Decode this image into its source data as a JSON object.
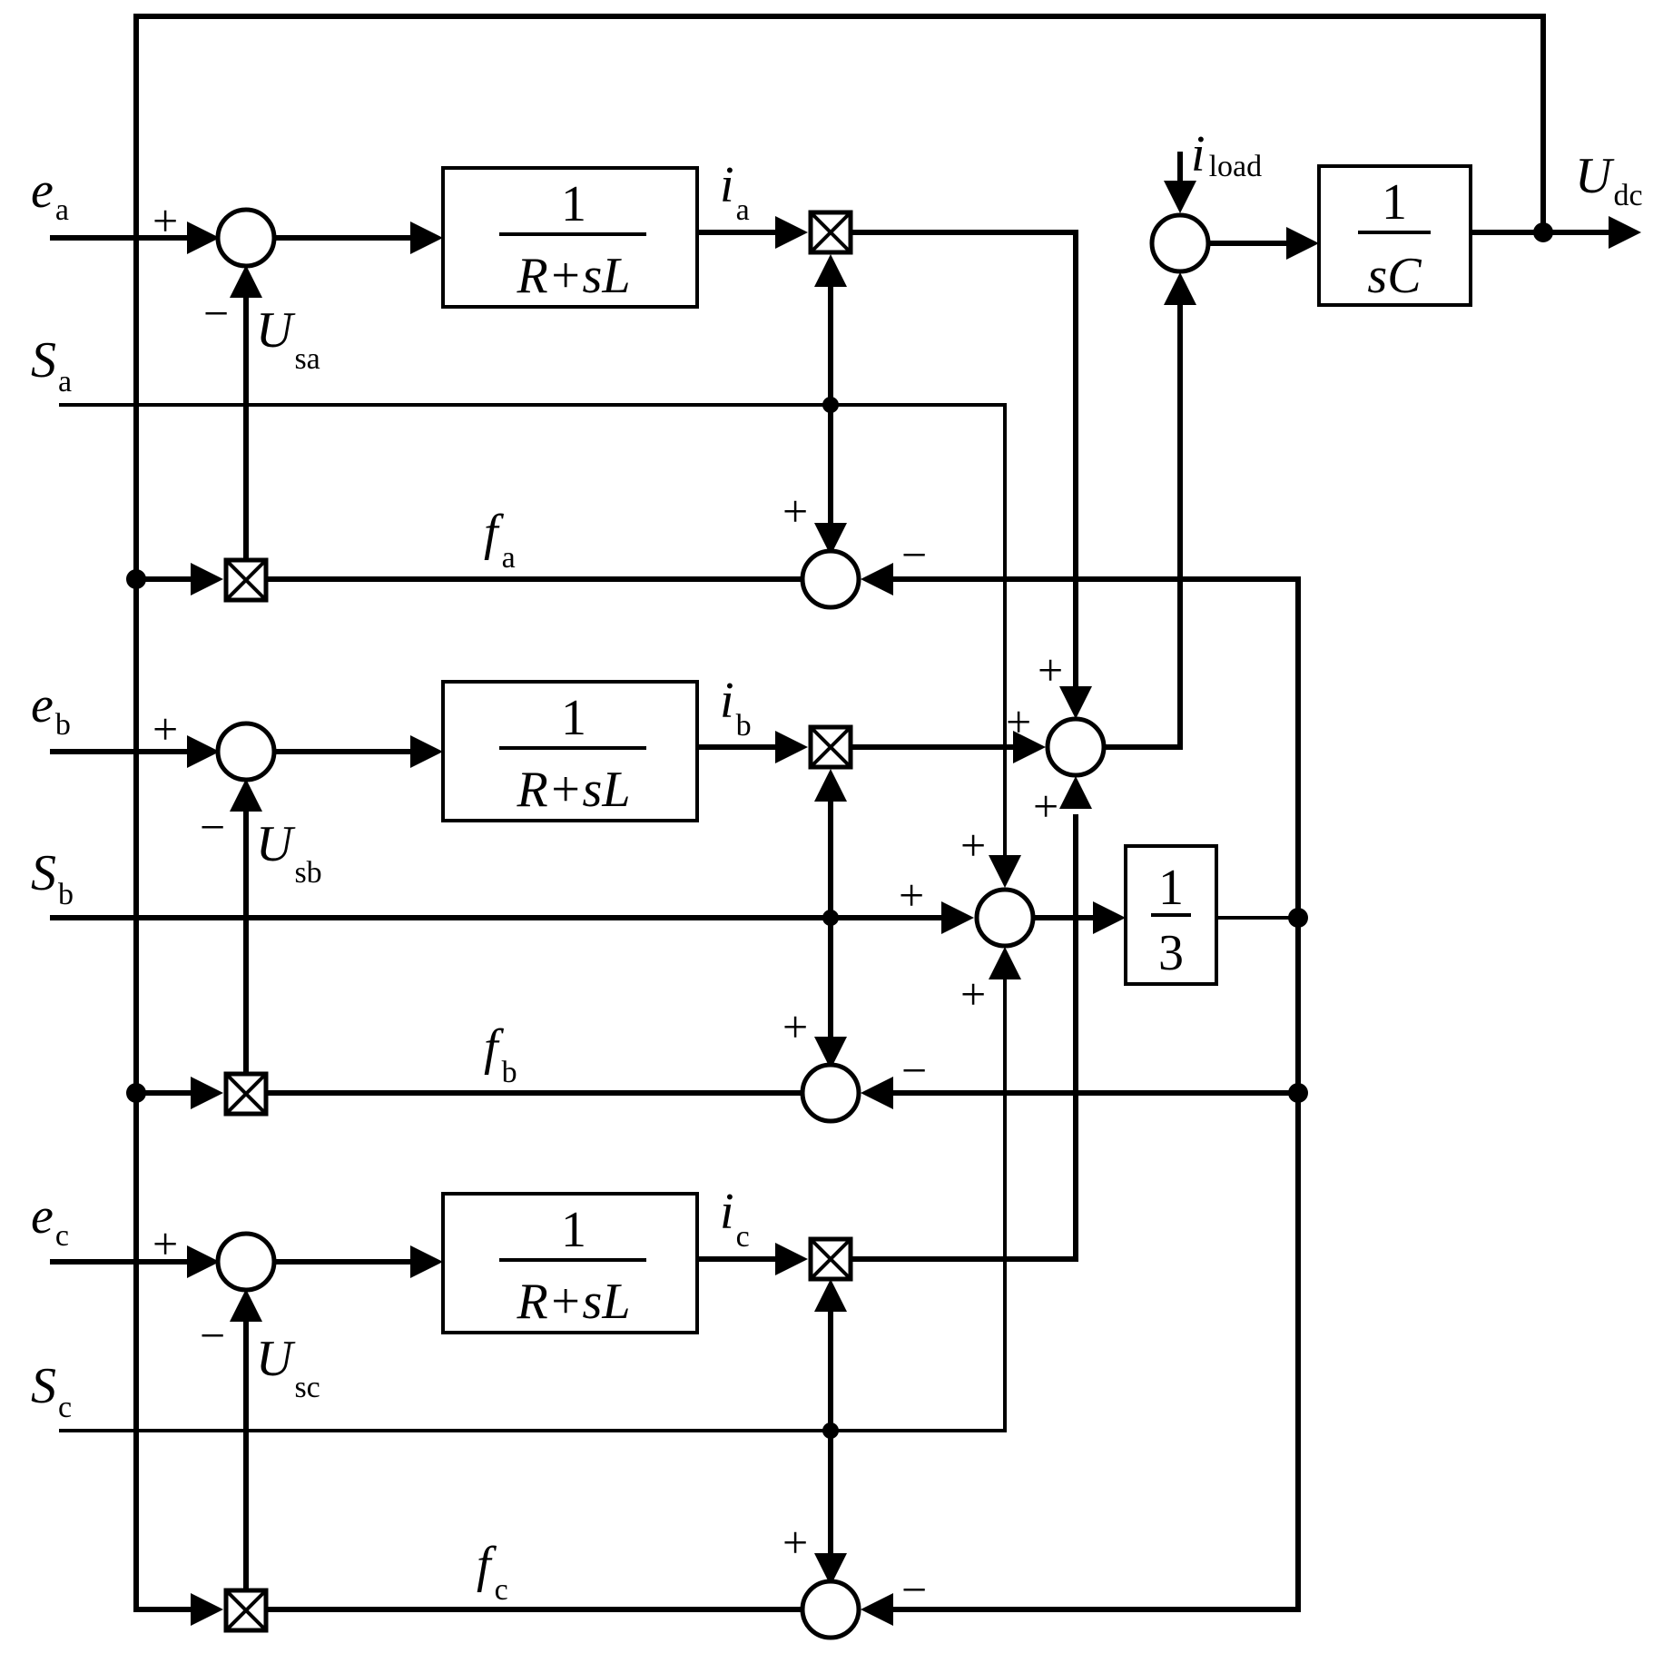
{
  "inputs": {
    "ea": {
      "sym": "e",
      "sub": "a"
    },
    "eb": {
      "sym": "e",
      "sub": "b"
    },
    "ec": {
      "sym": "e",
      "sub": "c"
    },
    "Sa": {
      "sym": "S",
      "sub": "a"
    },
    "Sb": {
      "sym": "S",
      "sub": "b"
    },
    "Sc": {
      "sym": "S",
      "sub": "c"
    },
    "iload": {
      "sym": "i",
      "sub": "load"
    }
  },
  "signals": {
    "ia": {
      "sym": "i",
      "sub": "a"
    },
    "ib": {
      "sym": "i",
      "sub": "b"
    },
    "ic": {
      "sym": "i",
      "sub": "c"
    },
    "fa": {
      "sym": "f",
      "sub": "a"
    },
    "fb": {
      "sym": "f",
      "sub": "b"
    },
    "fc": {
      "sym": "f",
      "sub": "c"
    },
    "Usa": {
      "sym": "U",
      "sub": "sa"
    },
    "Usb": {
      "sym": "U",
      "sub": "sb"
    },
    "Usc": {
      "sym": "U",
      "sub": "sc"
    }
  },
  "output": {
    "sym": "U",
    "sub": "dc"
  },
  "blocks": {
    "rl": {
      "num": "1",
      "den": "R+sL"
    },
    "cap": {
      "num": "1",
      "den_s": "s",
      "den_c": "C"
    },
    "third": {
      "num": "1",
      "den": "3"
    }
  },
  "signs": {
    "plus": "+",
    "minus": "−"
  }
}
